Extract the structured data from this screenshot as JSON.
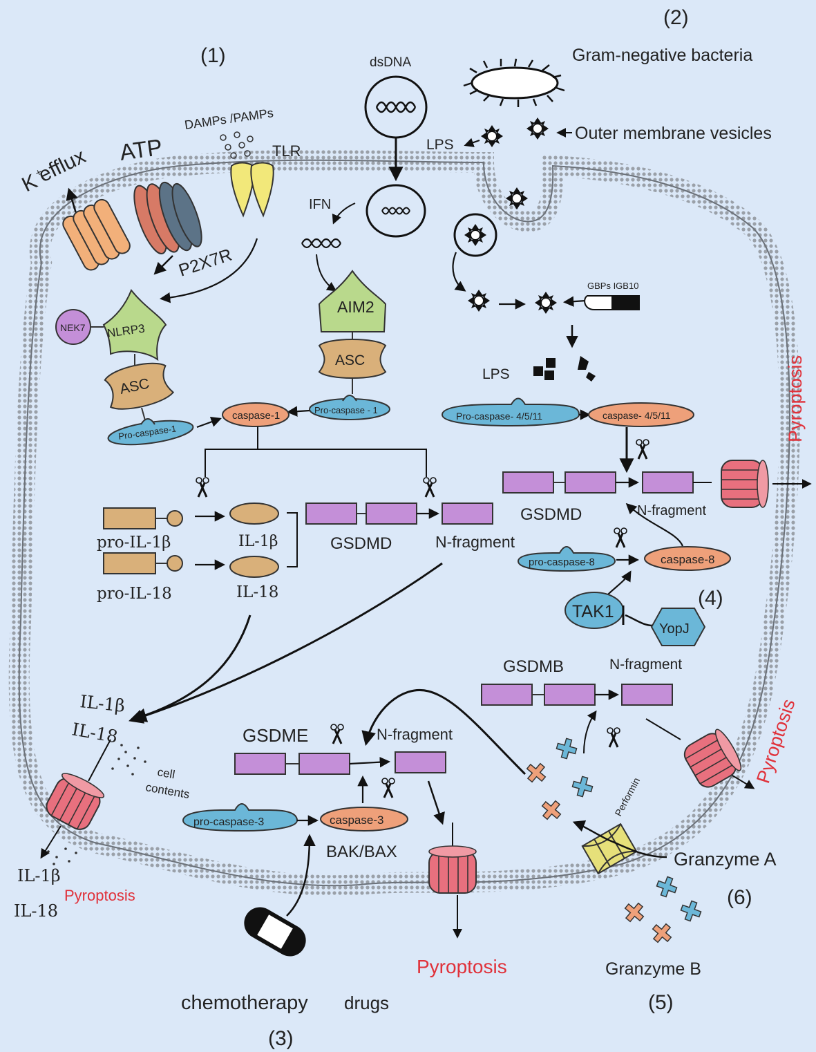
{
  "sections": {
    "s1": "(1)",
    "s2": "(2)",
    "s3": "(3)",
    "s4": "(4)",
    "s5": "(5)",
    "s6": "(6)"
  },
  "labels": {
    "gram_negative": "Gram-negative bacteria",
    "omv": "Outer membrane vesicles",
    "lps_top": "LPS",
    "lps_mid": "LPS",
    "dsdna": "dsDNA",
    "ifn": "IFN",
    "damps": "DAMPs /PAMPs",
    "tlr": "TLR",
    "atp": "ATP",
    "k_efflux": "efflux",
    "k_symbol": "K",
    "k_plus": "+",
    "p2x7r": "P2X7R",
    "nek7": "NEK7",
    "nlrp3": "NLRP3",
    "asc_left": "ASC",
    "asc_mid": "ASC",
    "aim2": "AIM2",
    "pro_caspase1_left": "Pro-caspase-1",
    "pro_caspase1_mid": "Pro-caspase - 1",
    "caspase1": "caspase-1",
    "gbps": "GBPs IGB10",
    "pro_caspase_4511": "Pro-caspase- 4/5/11",
    "caspase_4511": "caspase- 4/5/11",
    "pro_il1b": "pro-IL-1β",
    "pro_il18": "pro-IL-18",
    "il1b_mid": "IL-1β",
    "il18_mid": "IL-18",
    "gsdmd_left": "GSDMD",
    "nfrag_left": "N-fragment",
    "gsdmd_right": "GSDMD",
    "nfrag_right": "N-fragment",
    "pro_caspase8": "pro-caspase-8",
    "caspase8": "caspase-8",
    "tak1": "TAK1",
    "yopj": "YopJ",
    "gsdmb": "GSDMB",
    "nfrag_gsdmb": "N-fragment",
    "gsdme": "GSDME",
    "nfrag_gsdme": "N-fragment",
    "pro_caspase3": "pro-caspase-3",
    "caspase3": "caspase-3",
    "bak_bax": "BAK/BAX",
    "il1b_out1": "IL-1β",
    "il18_out1": "IL-18",
    "cell_contents_1": "cell",
    "cell_contents_2": "contents",
    "il1b_out2": "IL-1β",
    "il18_out2": "IL-18",
    "perforin": "Performin",
    "granzyme_a": "Granzyme A",
    "granzyme_b": "Granzyme B",
    "chemo": "chemotherapy",
    "drugs": "drugs"
  },
  "pyroptosis": {
    "right_top": "Pyroptosis",
    "right_mid": "Pyroptosis",
    "bottom_left": "Pyroptosis",
    "bottom_center": "Pyroptosis"
  },
  "colors": {
    "background": "#dbe8f8",
    "membrane": "#8a8f97",
    "gsdm_purple": "#c48fd8",
    "pore_red": "#e8707e",
    "caspase_orange": "#eea07a",
    "procaspase_blue": "#6bb7d8",
    "asc_tan": "#d9b07a",
    "nlrp3_green": "#b9d98c",
    "nek7_purple": "#c48fd8",
    "pyroptosis_red": "#e0313a"
  }
}
